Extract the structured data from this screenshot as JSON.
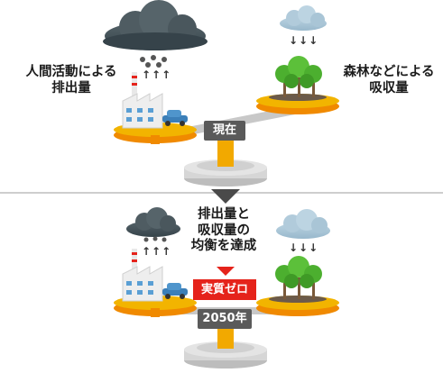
{
  "top": {
    "emission_label": "人間活動による\n排出量",
    "absorption_label": "森林などによる\n吸収量",
    "period_tag": "現在",
    "up_arrows": "↑↑↑",
    "down_arrows": "↓↓↓"
  },
  "bottom": {
    "balance_text": "排出量と\n吸収量の\n均衡を達成",
    "result_tag": "実質ゼロ",
    "period_tag": "2050年",
    "up_arrows": "↑↑↑",
    "down_arrows": "↓↓↓"
  },
  "colors": {
    "dark_cloud": "#3d4a4f",
    "light_cloud": "#a9c5d6",
    "pan_gold": "#f2b400",
    "pan_orange": "#f08a00",
    "stand_gray": "#c9c9c9",
    "tag_gray": "#5a5a5a",
    "accent_red": "#e5231b",
    "tree_green": "#4caf2f"
  }
}
